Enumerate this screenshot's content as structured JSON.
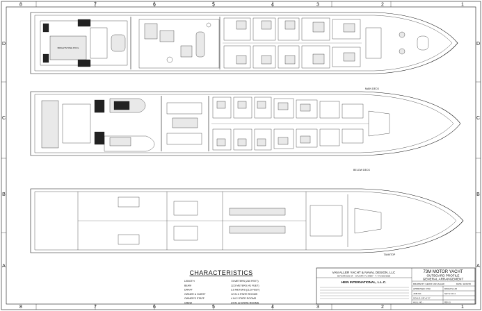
{
  "grid": {
    "columns": [
      "8",
      "7",
      "6",
      "5",
      "4",
      "3",
      "2",
      "1"
    ],
    "rows": [
      "D",
      "C",
      "B",
      "A"
    ]
  },
  "decks": {
    "main": {
      "label": "MAIN DECK",
      "pool_label": "BRIGHTSTONE POOL"
    },
    "below": {
      "label": "BELOW DECK"
    },
    "tank": {
      "label": "TANKTOP"
    }
  },
  "characteristics": {
    "title": "CHARACTERISTICS",
    "rows": [
      {
        "label": "LENGTH",
        "value": "73 METERS (240 FEET)"
      },
      {
        "label": "BEAM",
        "value": "12.5 METERS (41 FEET)"
      },
      {
        "label": "DRAFT",
        "value": "3.5 METERS (11.5 FEET)"
      },
      {
        "label": "OWNER & GUEST",
        "value": "12 IN 6 STATE ROOMS"
      },
      {
        "label": "OWNER'S STAFF",
        "value": "4 IN 2 STATE ROOMS"
      },
      {
        "label": "CREW",
        "value": "24 IN 12 STATE ROOMS"
      }
    ]
  },
  "title_block": {
    "company": "VAN ALLER YACHT & NAVAL DESIGN, LLC",
    "company_address": "6075 ARGOS ST. · STUART, FL 34997 · T: 772-000-0000",
    "client": "HEIN INTERNATIONAL, L.L.C.",
    "project": "73M MOTOR YACHT",
    "drawing_title_1": "OUTBOARD PROFILE",
    "drawing_title_2": "GENERAL ARRANGEMENT",
    "drawn_by": "DRAWN BY: GEOFF VAN ALLER",
    "date": "DATE: 11/20/15",
    "approved": "APPROVED: DTAI",
    "job_no": "JOB NO.:",
    "scale": "SCALE: 1/8\"=1'-0\"",
    "hull_no": "HULL NO.:",
    "dwg_no": "DWG# N-125",
    "sheet": "SHT 2 OF 4",
    "rev": "REV 0"
  }
}
